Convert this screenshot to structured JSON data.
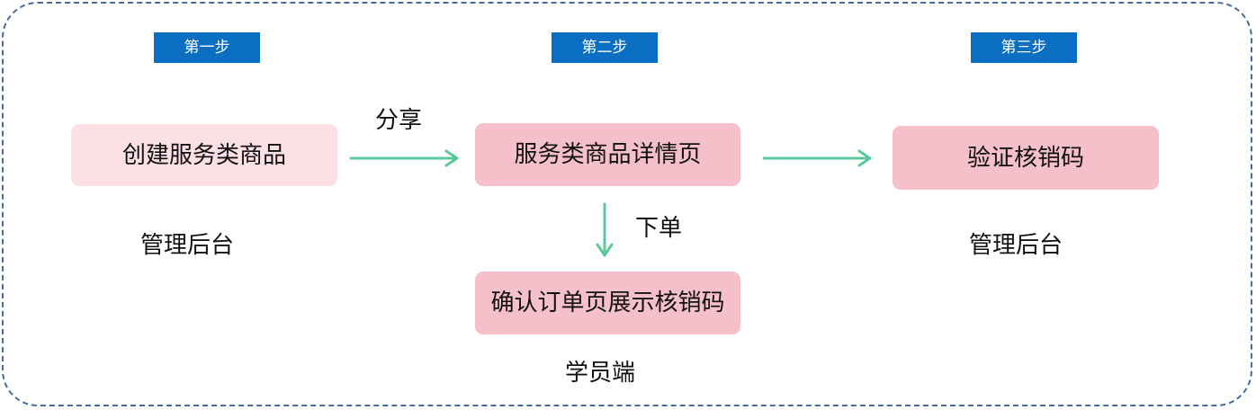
{
  "steps": {
    "step1": "第一步",
    "step2": "第二步",
    "step3": "第三步"
  },
  "nodes": {
    "create_product": "创建服务类商品",
    "product_detail": "服务类商品详情页",
    "verify_code": "验证核销码",
    "confirm_order": "确认订单页展示核销码"
  },
  "edges": {
    "share": "分享",
    "place_order": "下单"
  },
  "groups": {
    "admin_left": "管理后台",
    "admin_right": "管理后台",
    "student": "学员端"
  },
  "colors": {
    "frame": "#4a6b9a",
    "step_tag": "#0a6fc2",
    "node_light": "#fce0e5",
    "node_mid": "#f6c0ca",
    "arrow": "#5cc99a"
  }
}
